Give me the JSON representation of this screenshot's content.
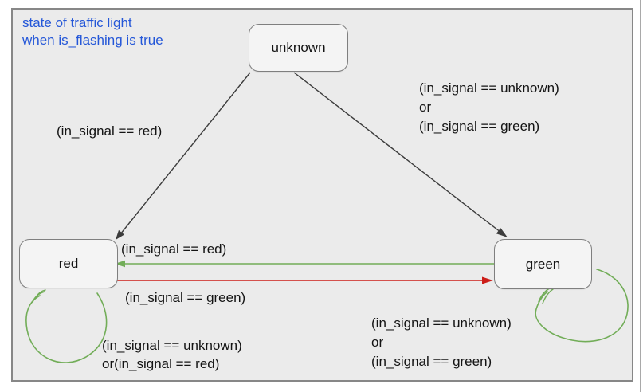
{
  "page": {
    "background": "#ffffff",
    "canvas_color": "#ebebeb",
    "canvas_border_color": "#878787"
  },
  "title": {
    "line1": "state of traffic light",
    "line2": "when is_flashing is true",
    "color": "#2457d8"
  },
  "states": {
    "unknown": {
      "label": "unknown"
    },
    "red": {
      "label": "red"
    },
    "green": {
      "label": "green"
    }
  },
  "transitions": {
    "unknown_to_red": {
      "label": "(in_signal == red)"
    },
    "unknown_to_green": {
      "label_lines": [
        "(in_signal == unknown)",
        "or",
        "(in_signal == green)"
      ]
    },
    "green_to_red": {
      "label": "(in_signal == red)"
    },
    "red_to_green": {
      "label": "(in_signal == green)"
    },
    "red_self": {
      "label_lines": [
        "(in_signal == unknown)",
        "or(in_signal == red)"
      ]
    },
    "green_self": {
      "label_lines": [
        "(in_signal == unknown)",
        "or",
        "(in_signal == green)"
      ]
    }
  },
  "colors": {
    "edge_black": "#3c3c3c",
    "edge_green": "#72ad58",
    "edge_red": "#cc1d18",
    "state_fill": "#f4f4f4",
    "state_border": "#7f7f7f"
  }
}
